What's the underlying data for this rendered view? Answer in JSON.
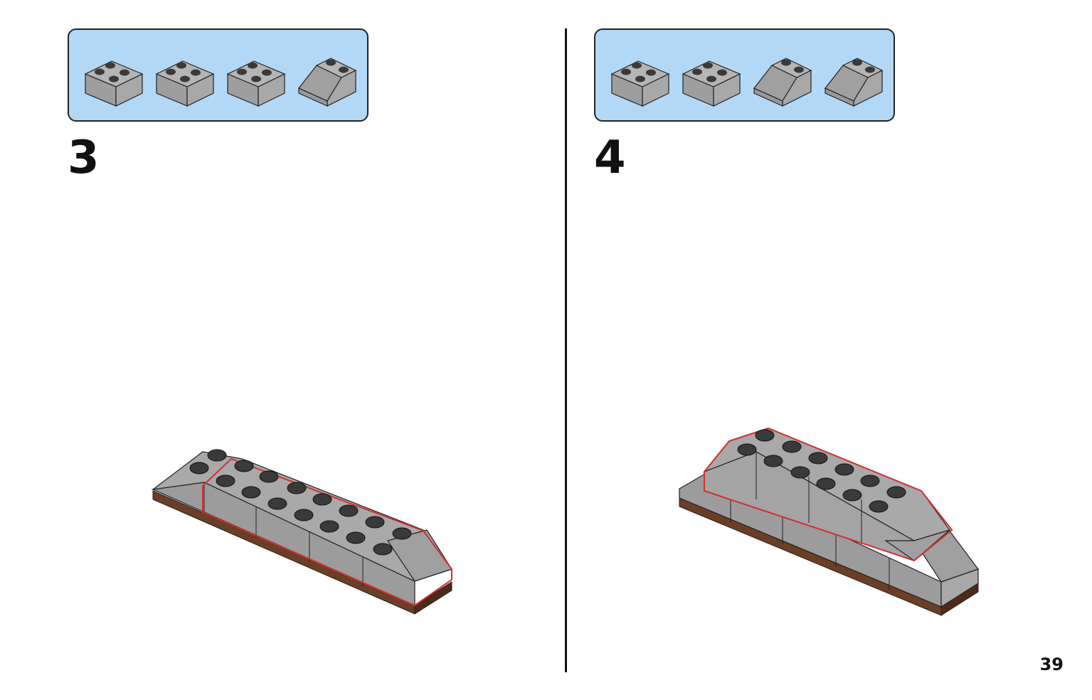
{
  "steps": [
    {
      "number": "3",
      "parts": [
        {
          "icon": "brick-2x2-icon"
        },
        {
          "icon": "brick-2x2-icon"
        },
        {
          "icon": "brick-2x2-icon"
        },
        {
          "icon": "slope-brick-2x2-icon"
        }
      ]
    },
    {
      "number": "4",
      "parts": [
        {
          "icon": "brick-2x2-icon"
        },
        {
          "icon": "brick-2x2-icon"
        },
        {
          "icon": "slope-brick-2x2-icon"
        },
        {
          "icon": "slope-brick-2x2-icon"
        }
      ]
    }
  ],
  "page_number": "39",
  "colors": {
    "parts_box": "#b3d8f5",
    "brick_top": "#a9a9a9",
    "brick_side": "#9c9c9c",
    "stud": "#3a3a3a",
    "base_plate": "#6b3e26",
    "highlight": "#d32f2f"
  }
}
